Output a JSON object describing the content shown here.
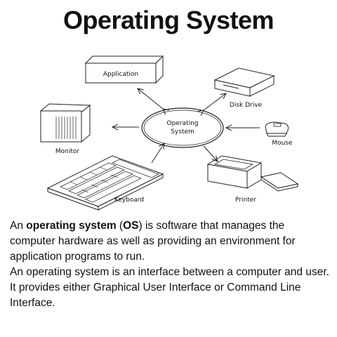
{
  "title": "Operating System",
  "diagram": {
    "center_line1": "Operating",
    "center_line2": "System",
    "nodes": {
      "application": "Application",
      "disk_drive": "Disk Drive",
      "monitor": "Monitor",
      "mouse": "Mouse",
      "keyboard": "Keyboard",
      "printer": "Printer"
    }
  },
  "text": {
    "p1_prefix": "An ",
    "p1_bold1": "operating system",
    "p1_mid1": " (",
    "p1_bold2": "OS",
    "p1_rest": ") is software that manages the computer hardware as well as providing an environment for application programs to run.",
    "p2": "An operating system is an interface between a computer and user. It provides either Graphical User Interface or Command Line Interface."
  }
}
